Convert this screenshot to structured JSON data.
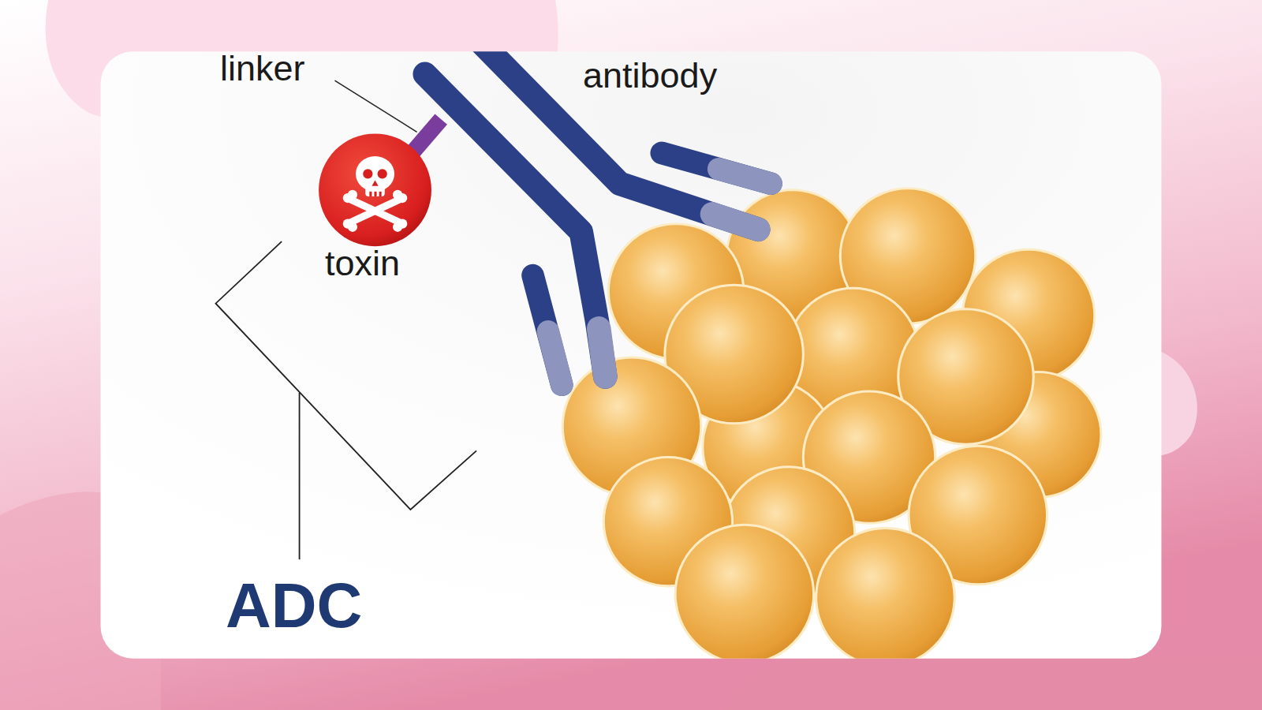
{
  "diagram": {
    "labels": [
      "linker",
      "antibody",
      "toxin",
      "ADC"
    ]
  }
}
